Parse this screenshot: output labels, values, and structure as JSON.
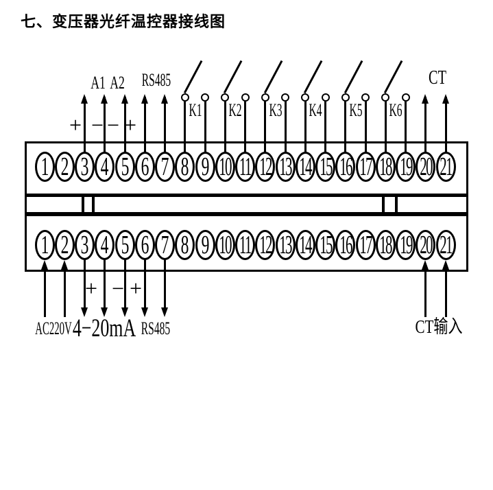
{
  "page": {
    "title": "七、变压器光纤温控器接线图"
  },
  "colors": {
    "ink": "#000000",
    "paper": "#ffffff"
  },
  "terminals": {
    "count": 21,
    "top_row": [
      "1",
      "2",
      "3",
      "4",
      "5",
      "6",
      "7",
      "8",
      "9",
      "10",
      "11",
      "12",
      "13",
      "14",
      "15",
      "16",
      "17",
      "18",
      "19",
      "20",
      "21"
    ],
    "bottom_row": [
      "1",
      "2",
      "3",
      "4",
      "5",
      "6",
      "7",
      "8",
      "9",
      "10",
      "11",
      "12",
      "13",
      "14",
      "15",
      "16",
      "17",
      "18",
      "19",
      "20",
      "21"
    ]
  },
  "top_labels": {
    "a1": "A1",
    "a2": "A2",
    "rs485": "RS485",
    "ct": "CT",
    "polarity": [
      "+",
      "−",
      "−",
      "+"
    ]
  },
  "switches": [
    {
      "label": "K1",
      "terminals": [
        8,
        9
      ]
    },
    {
      "label": "K2",
      "terminals": [
        10,
        11
      ]
    },
    {
      "label": "K3",
      "terminals": [
        12,
        13
      ]
    },
    {
      "label": "K4",
      "terminals": [
        14,
        15
      ]
    },
    {
      "label": "K5",
      "terminals": [
        16,
        17
      ]
    },
    {
      "label": "K6",
      "terminals": [
        18,
        19
      ]
    }
  ],
  "top_connections": {
    "analog_out_terminals": [
      3,
      4,
      5,
      6,
      7
    ],
    "ct_terminals": [
      20,
      21
    ]
  },
  "bottom_labels": {
    "power": "AC220V",
    "analog": "4−20mA",
    "rs485": "RS485",
    "ct_input": "CT输入",
    "polarity": [
      "+",
      "−",
      "+"
    ]
  },
  "bottom_connections": {
    "input_terminals": [
      1,
      2,
      20,
      21
    ],
    "output_terminals": [
      3,
      4,
      5,
      6,
      7
    ]
  }
}
